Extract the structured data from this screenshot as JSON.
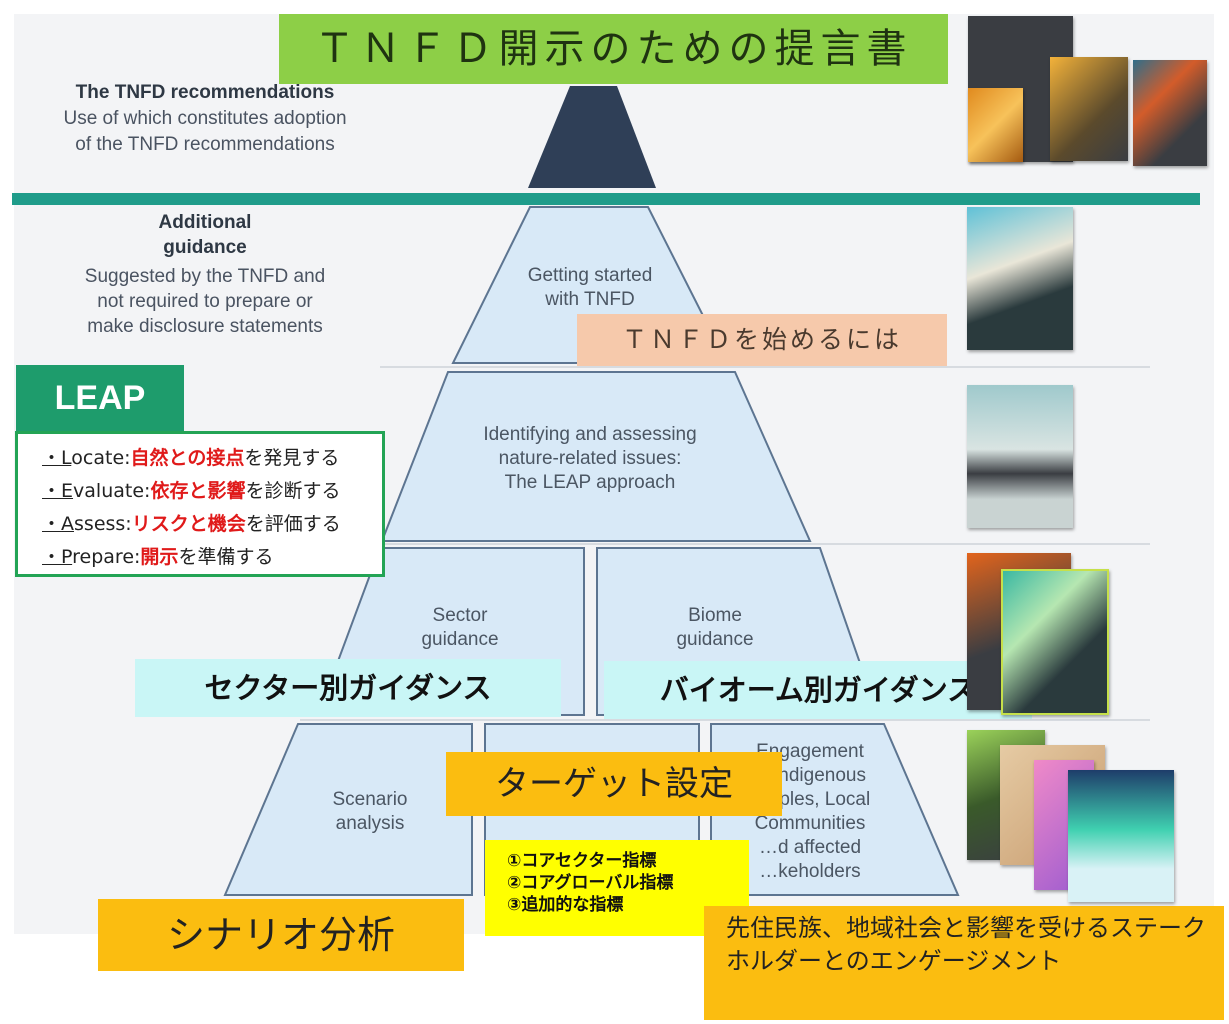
{
  "top": {
    "jp_title": "ＴＮＦＤ開示のための提言書",
    "heading": "The TNFD recommendations",
    "body": [
      "Use of which constitutes adoption",
      "of the TNFD recommendations"
    ]
  },
  "additional": {
    "heading": [
      "Additional",
      "guidance"
    ],
    "body": [
      "Suggested by the TNFD and",
      "not required to prepare or",
      "make disclosure statements"
    ]
  },
  "pyramid": {
    "getting_started": "Getting started\nwith TNFD",
    "getting_started_jp": "ＴＮＦＤを始めるには",
    "leap_approach": "Identifying and assessing\nnature-related issues:\nThe LEAP approach",
    "sector": "Sector\nguidance",
    "biome": "Biome\nguidance",
    "scenario": "Scenario\nanalysis",
    "engagement": "Engagement\n…Indigenous\n…oples, Local\nCommunities\n…d affected\n…keholders"
  },
  "leap": {
    "title": "LEAP",
    "items": [
      {
        "prefix": "・",
        "letter": "L",
        "rest": "ocate:",
        "red": "自然との接点",
        "tail": "を発見する"
      },
      {
        "prefix": "・",
        "letter": "E",
        "rest": "valuate:",
        "red": "依存と影響",
        "tail": "を診断する"
      },
      {
        "prefix": "・",
        "letter": "A",
        "rest": "ssess:",
        "red": "リスクと機会",
        "tail": "を評価する"
      },
      {
        "prefix": "・",
        "letter": "P",
        "rest": "repare:",
        "red": "開示",
        "tail": "を準備する"
      }
    ]
  },
  "jp_labels": {
    "sector": "セクター別ガイダンス",
    "biome": "バイオーム別ガイダンス",
    "target": "ターゲット設定",
    "metrics": [
      "①コアセクター指標",
      "②コアグローバル指標",
      "③追加的な指標"
    ],
    "scenario": "シナリオ分析",
    "engagement": "先住民族、地域社会と影響を受けるステークホルダーとのエンゲージメント"
  },
  "colors": {
    "teal_divider": "#1f9c8a",
    "pyramid_apex": "#2f3f57",
    "pyramid_fill": "#d8e9f7",
    "green_title": "#8dcf47",
    "leap_green": "#1e9c6c",
    "highlight_red": "#e01a1a",
    "label_orange": "#fbbd10",
    "label_yellow": "#ffff00",
    "label_cyan": "#c9f6f6",
    "label_peach": "#f6c9ab"
  }
}
